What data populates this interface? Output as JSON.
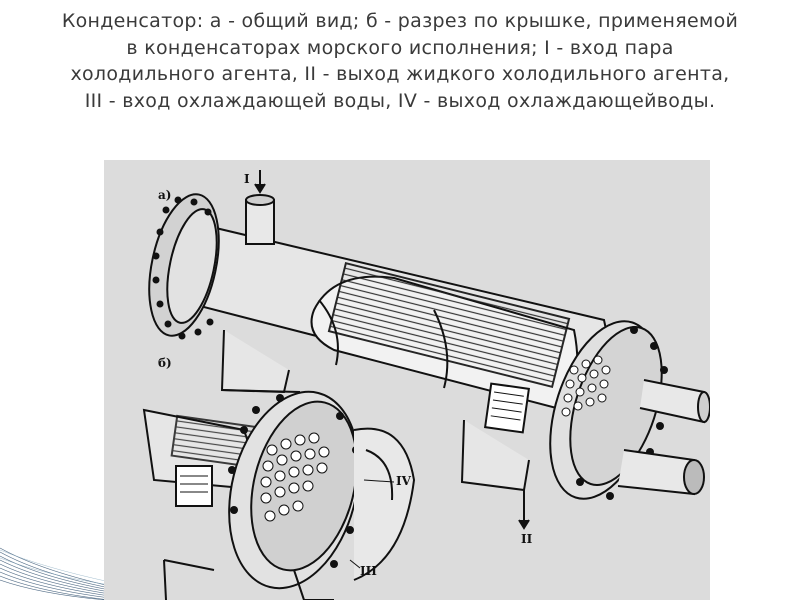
{
  "slide": {
    "caption": "Конденсатор: а - общий вид; б - разрез по крышке, применяемой в конденсаторах морского исполнения; I - вход пара холодильного агента, II - выход жидкого холодильного агента, III - вход охлаждающей воды, IV - выход охлаждающейводы."
  },
  "figure": {
    "labels": {
      "view_a": "а)",
      "view_b": "б)",
      "inlet_I": "I",
      "outlet_II": "II",
      "inlet_III": "III",
      "outlet_IV": "IV"
    }
  },
  "colors": {
    "caption_text": "#3a3a3a",
    "figure_background": "#dcdcdc",
    "line_art": "#111111"
  },
  "icons": [
    "condenser-drawing",
    "decorative-wave-lines"
  ]
}
